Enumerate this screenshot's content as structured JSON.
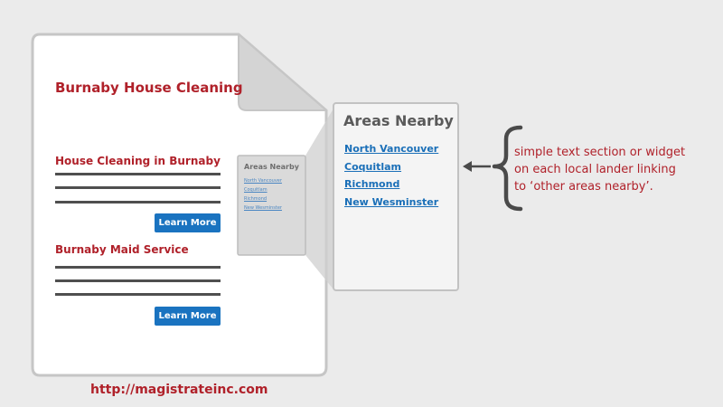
{
  "page": {
    "title": "Burnaby House Cleaning",
    "sections": [
      {
        "heading": "House Cleaning in Burnaby",
        "button_label": "Learn More"
      },
      {
        "heading": "Burnaby Maid Service",
        "button_label": "Learn More"
      }
    ]
  },
  "widget": {
    "title": "Areas Nearby",
    "links": [
      "North Vancouver",
      "Coquitlam",
      "Richmond",
      "New Wesminster"
    ]
  },
  "annotation": {
    "lines": [
      "simple text section or widget",
      "on each local lander linking",
      "to ‘other areas nearby’."
    ]
  },
  "footer": {
    "url": "http://magistrateinc.com"
  },
  "colors": {
    "accent_red": "#b0212a",
    "button_blue": "#1a73c0",
    "link_blue": "#1a6fb8",
    "background": "#ebebeb",
    "bracket": "#4a4a4a"
  },
  "icons": [
    "curly-brace-icon",
    "arrow-left-icon",
    "folded-corner-icon"
  ]
}
